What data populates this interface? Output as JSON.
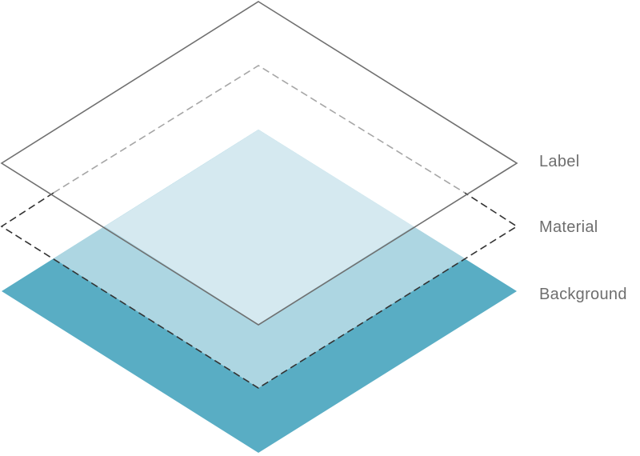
{
  "layers": [
    {
      "label": "Label",
      "style": "solid outline",
      "stroke": "#707070",
      "fill": "none"
    },
    {
      "label": "Material",
      "style": "dashed outline",
      "stroke": "#333333",
      "fill": "none"
    },
    {
      "label": "Background",
      "style": "filled",
      "fill": "#59adc4"
    }
  ],
  "colors": {
    "background_fill": "#59adc4",
    "overlap_medium": "#add6e2",
    "overlap_light": "#d5e9f0",
    "label_outline": "#707070",
    "material_dash": "#333333",
    "material_dash_light": "#a6a6a6",
    "text": "#6e6e6e"
  }
}
